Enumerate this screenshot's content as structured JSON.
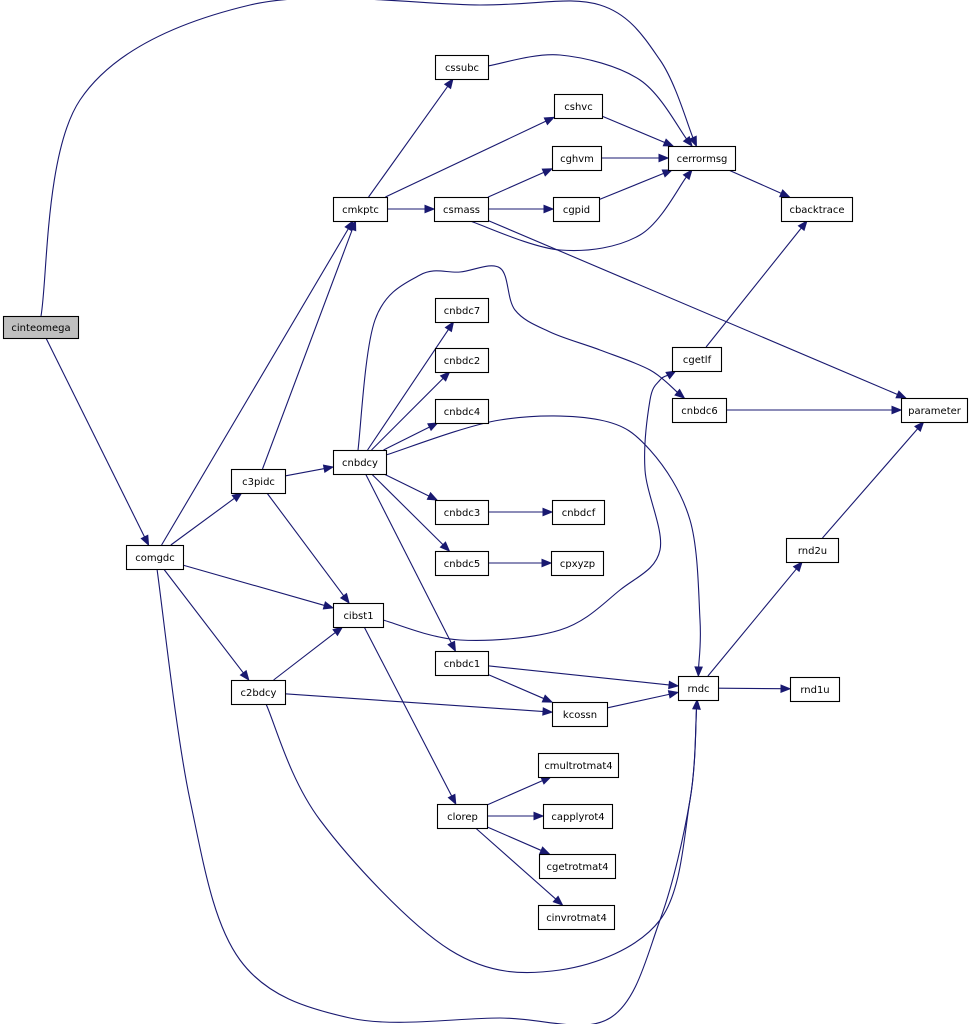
{
  "graph": {
    "edge_color": "#191970",
    "root_fill": "#bfbfbf",
    "nodes": [
      {
        "id": "cinteomega",
        "label": "cinteomega",
        "root": true
      },
      {
        "id": "comgdc",
        "label": "comgdc"
      },
      {
        "id": "cmkptc",
        "label": "cmkptc"
      },
      {
        "id": "c3pidc",
        "label": "c3pidc"
      },
      {
        "id": "c2bdcy",
        "label": "c2bdcy"
      },
      {
        "id": "cibst1",
        "label": "cibst1"
      },
      {
        "id": "cssubc",
        "label": "cssubc"
      },
      {
        "id": "cshvc",
        "label": "cshvc"
      },
      {
        "id": "cghvm",
        "label": "cghvm"
      },
      {
        "id": "cgpid",
        "label": "cgpid"
      },
      {
        "id": "csmass",
        "label": "csmass"
      },
      {
        "id": "cerrormsg",
        "label": "cerrormsg"
      },
      {
        "id": "cbacktrace",
        "label": "cbacktrace"
      },
      {
        "id": "cnbdcy",
        "label": "cnbdcy"
      },
      {
        "id": "cnbdc7",
        "label": "cnbdc7"
      },
      {
        "id": "cnbdc2",
        "label": "cnbdc2"
      },
      {
        "id": "cnbdc4",
        "label": "cnbdc4"
      },
      {
        "id": "cnbdc3",
        "label": "cnbdc3"
      },
      {
        "id": "cnbdc5",
        "label": "cnbdc5"
      },
      {
        "id": "cnbdc1",
        "label": "cnbdc1"
      },
      {
        "id": "cnbdcf",
        "label": "cnbdcf"
      },
      {
        "id": "cpxyzp",
        "label": "cpxyzp"
      },
      {
        "id": "cgetlf",
        "label": "cgetlf"
      },
      {
        "id": "cnbdc6",
        "label": "cnbdc6"
      },
      {
        "id": "parameter",
        "label": "parameter"
      },
      {
        "id": "rnd2u",
        "label": "rnd2u"
      },
      {
        "id": "rndc",
        "label": "rndc"
      },
      {
        "id": "rnd1u",
        "label": "rnd1u"
      },
      {
        "id": "kcossn",
        "label": "kcossn"
      },
      {
        "id": "clorep",
        "label": "clorep"
      },
      {
        "id": "cmultrotmat4",
        "label": "cmultrotmat4"
      },
      {
        "id": "capplyrot4",
        "label": "capplyrot4"
      },
      {
        "id": "cgetrotmat4",
        "label": "cgetrotmat4"
      },
      {
        "id": "cinvrotmat4",
        "label": "cinvrotmat4"
      }
    ],
    "edges": [
      [
        "cinteomega",
        "comgdc"
      ],
      [
        "cinteomega",
        "cerrormsg"
      ],
      [
        "comgdc",
        "cmkptc"
      ],
      [
        "comgdc",
        "c3pidc"
      ],
      [
        "comgdc",
        "cibst1"
      ],
      [
        "comgdc",
        "c2bdcy"
      ],
      [
        "comgdc",
        "rndc"
      ],
      [
        "cmkptc",
        "cssubc"
      ],
      [
        "cmkptc",
        "cshvc"
      ],
      [
        "cmkptc",
        "csmass"
      ],
      [
        "cssubc",
        "cerrormsg"
      ],
      [
        "cshvc",
        "cerrormsg"
      ],
      [
        "csmass",
        "cghvm"
      ],
      [
        "csmass",
        "cgpid"
      ],
      [
        "csmass",
        "cerrormsg"
      ],
      [
        "csmass",
        "parameter"
      ],
      [
        "cghvm",
        "cerrormsg"
      ],
      [
        "cgpid",
        "cerrormsg"
      ],
      [
        "cerrormsg",
        "cbacktrace"
      ],
      [
        "c3pidc",
        "cmkptc"
      ],
      [
        "c3pidc",
        "cnbdcy"
      ],
      [
        "c3pidc",
        "cibst1"
      ],
      [
        "cnbdcy",
        "cnbdc6"
      ],
      [
        "cnbdcy",
        "cnbdc7"
      ],
      [
        "cnbdcy",
        "cnbdc2"
      ],
      [
        "cnbdcy",
        "cnbdc4"
      ],
      [
        "cnbdcy",
        "cnbdc3"
      ],
      [
        "cnbdcy",
        "cnbdc5"
      ],
      [
        "cnbdcy",
        "cnbdc1"
      ],
      [
        "cnbdcy",
        "rndc"
      ],
      [
        "cnbdc3",
        "cnbdcf"
      ],
      [
        "cnbdc5",
        "cpxyzp"
      ],
      [
        "cnbdc1",
        "rndc"
      ],
      [
        "cnbdc1",
        "kcossn"
      ],
      [
        "cnbdc6",
        "parameter"
      ],
      [
        "cgetlf",
        "cbacktrace"
      ],
      [
        "cibst1",
        "cgetlf"
      ],
      [
        "cibst1",
        "clorep"
      ],
      [
        "c2bdcy",
        "cibst1"
      ],
      [
        "c2bdcy",
        "kcossn"
      ],
      [
        "c2bdcy",
        "rndc"
      ],
      [
        "kcossn",
        "rndc"
      ],
      [
        "rndc",
        "rnd1u"
      ],
      [
        "rndc",
        "rnd2u"
      ],
      [
        "rnd2u",
        "parameter"
      ],
      [
        "clorep",
        "cmultrotmat4"
      ],
      [
        "clorep",
        "capplyrot4"
      ],
      [
        "clorep",
        "cgetrotmat4"
      ],
      [
        "clorep",
        "cinvrotmat4"
      ]
    ]
  }
}
